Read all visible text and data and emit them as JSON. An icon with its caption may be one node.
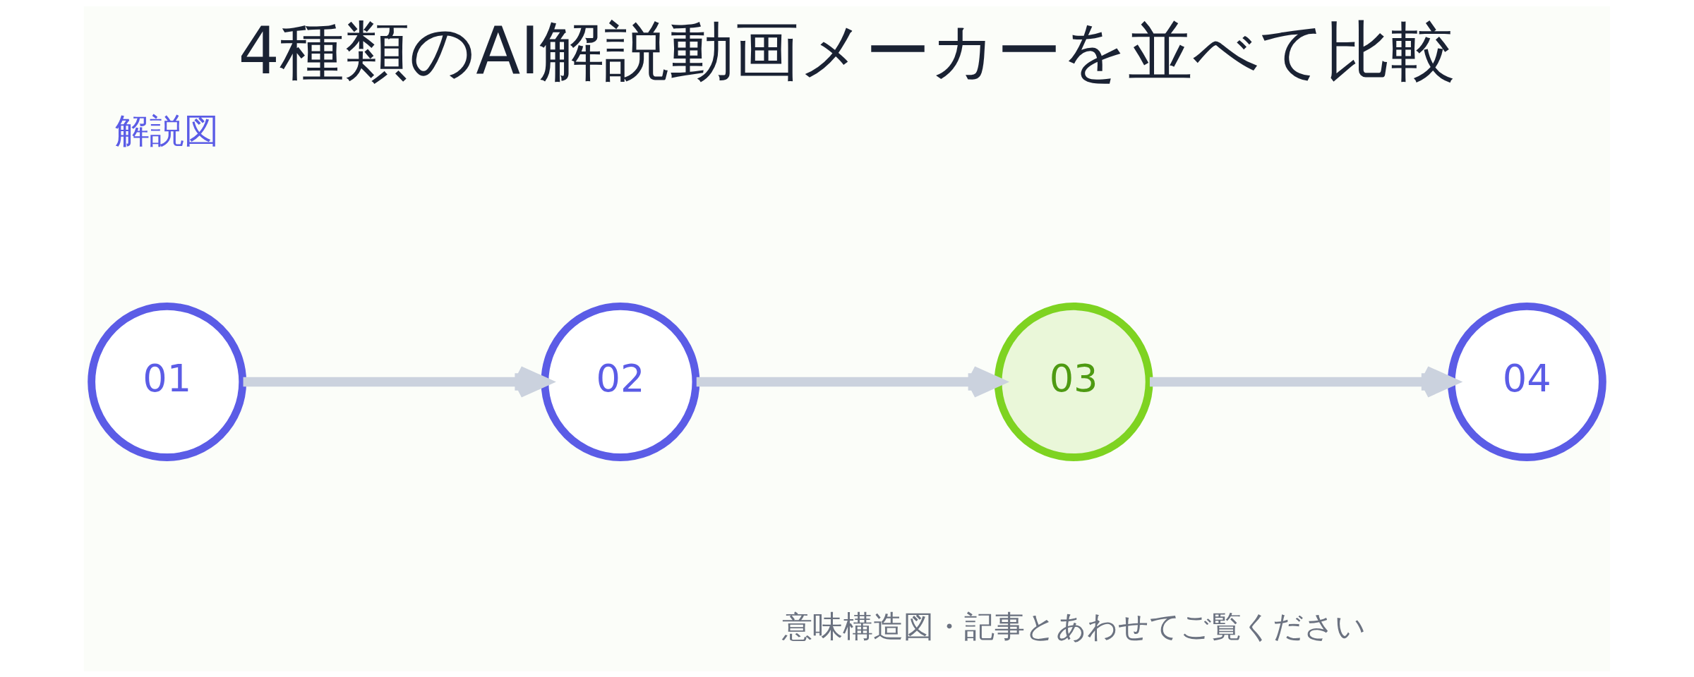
{
  "diagram": {
    "title": "4種類のAI解説動画メーカーを並べて比較",
    "caption": "意味構造図・記事とあわせてご覧ください",
    "nodes": [
      {
        "text": [
          "01"
        ]
      },
      {
        "text": [
          "02"
        ]
      },
      {
        "text": [
          "03"
        ]
      },
      {
        "text": [
          "04"
        ]
      }
    ],
    "edges": [
      {
        "from": 0,
        "to": 1,
        "arrow": "to"
      },
      {
        "from": 1,
        "to": 2,
        "arrow": "to"
      },
      {
        "from": 2,
        "to": 3,
        "arrow": "to"
      }
    ],
    "labels": [
      "解説図"
    ]
  }
}
